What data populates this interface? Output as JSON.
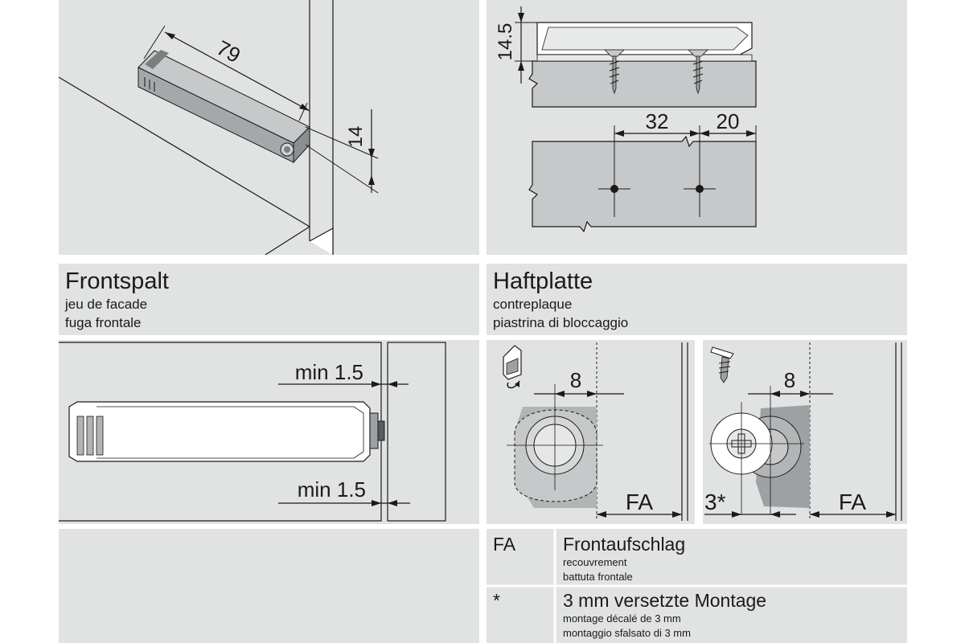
{
  "colors": {
    "panel": "#e1e2e2",
    "part": "#b2b4b5",
    "part_dark": "#7c7f81",
    "line": "#1a1a1a",
    "white": "#ffffff"
  },
  "top_left": {
    "dim_length": "79",
    "dim_height": "14"
  },
  "top_right": {
    "dim_height": "14.5",
    "dim_spacing": "32",
    "dim_edge": "20"
  },
  "frontspalt": {
    "title": "Frontspalt",
    "subtitle_fr": "jeu de facade",
    "subtitle_it": "fuga frontale",
    "dim_top": "min 1.5",
    "dim_bottom": "min 1.5"
  },
  "haftplatte": {
    "title": "Haftplatte",
    "subtitle_fr": "contreplaque",
    "subtitle_it": "piastrina di bloccaggio",
    "dim_left": "8",
    "dim_right": "8",
    "offset": "3*",
    "fa_left": "FA",
    "fa_right": "FA",
    "icon_left": "adhesive-plate-icon",
    "icon_right": "screw-icon"
  },
  "legend": [
    {
      "key": "FA",
      "title": "Frontaufschlag",
      "fr": "recouvrement",
      "it": "battuta frontale"
    },
    {
      "key": "*",
      "title": "3 mm versetzte Montage",
      "fr": "montage décalé de 3 mm",
      "it": "montaggio sfalsato di 3 mm"
    }
  ]
}
